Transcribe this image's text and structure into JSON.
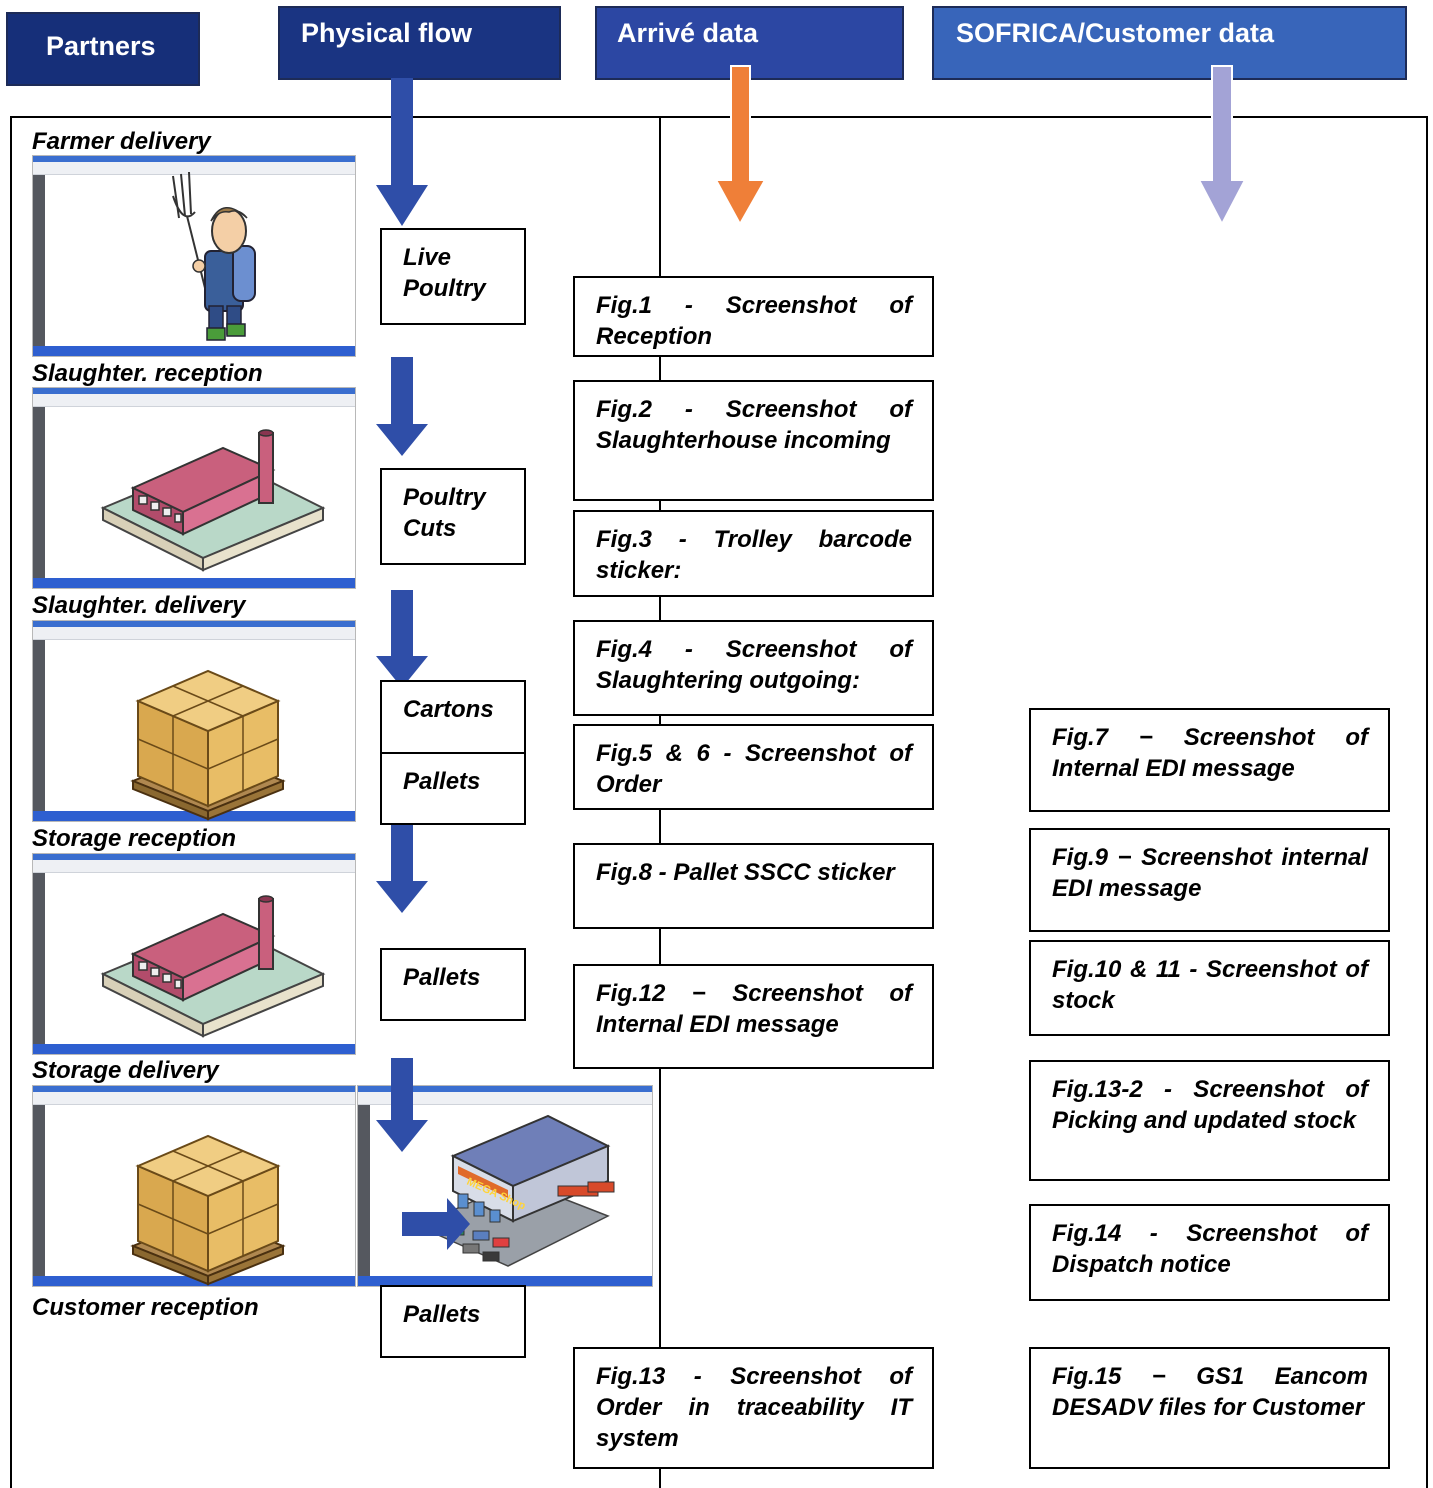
{
  "headers": {
    "partners": "Partners",
    "physical_flow": "Physical flow",
    "arrive_data": "Arrivé data",
    "sofrica_data": "SOFRICA/Customer data"
  },
  "colors": {
    "header_dark": "#162f79",
    "header_mid": "#2c47a3",
    "header_light": "#3865ba",
    "arrow_blue": "#2f4ea8",
    "arrow_orange": "#ef7f38",
    "arrow_lavender": "#a3a3d6"
  },
  "partners": [
    "Farmer delivery",
    "Slaughter. reception",
    "Slaughter. delivery",
    "Storage reception",
    "Storage delivery",
    "Customer reception"
  ],
  "flow_items": [
    "Live Poultry",
    "Poultry Cuts",
    "Cartons",
    "Pallets",
    "Pallets",
    "Pallets"
  ],
  "arrive_figs": [
    "Fig.1 - Screenshot of Reception",
    "Fig.2 - Screenshot of Slaughterhouse incoming",
    "Fig.3 - Trolley barcode sticker:",
    "Fig.4 - Screenshot of Slaughtering outgoing:",
    "Fig.5 & 6 - Screenshot of Order",
    "Fig.8 - Pallet SSCC sticker",
    "Fig.12 − Screenshot of Internal EDI message",
    "Fig.13 - Screenshot of Order in traceability IT system"
  ],
  "sofrica_figs": [
    "Fig.7 − Screenshot of Internal EDI message",
    "Fig.9 − Screenshot internal EDI message",
    "Fig.10 & 11 - Screenshot of stock",
    "Fig.13-2 - Screenshot of Picking and updated stock",
    "Fig.14 - Screenshot of Dispatch notice",
    "Fig.15 − GS1 Eancom DESADV files for Customer"
  ],
  "illustrations": [
    "farmer-icon",
    "factory-icon",
    "cartons-pallet-icon",
    "factory-icon",
    "cartons-pallet-icon",
    "supermarket-icon"
  ],
  "store_sign": "MEGA Shop"
}
